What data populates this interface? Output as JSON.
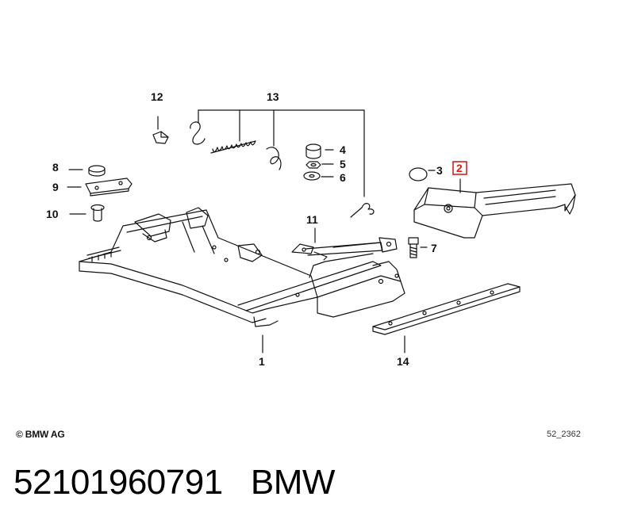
{
  "callouts": [
    "1",
    "2",
    "3",
    "4",
    "5",
    "6",
    "7",
    "8",
    "9",
    "10",
    "11",
    "12",
    "13",
    "14"
  ],
  "highlighted_callout": "2",
  "highlight_color": "#d81e1e",
  "copyright_text": "© BMW AG",
  "diagram_id": "52_2362",
  "footer": {
    "part_number": "52101960791",
    "brand": "BMW"
  }
}
